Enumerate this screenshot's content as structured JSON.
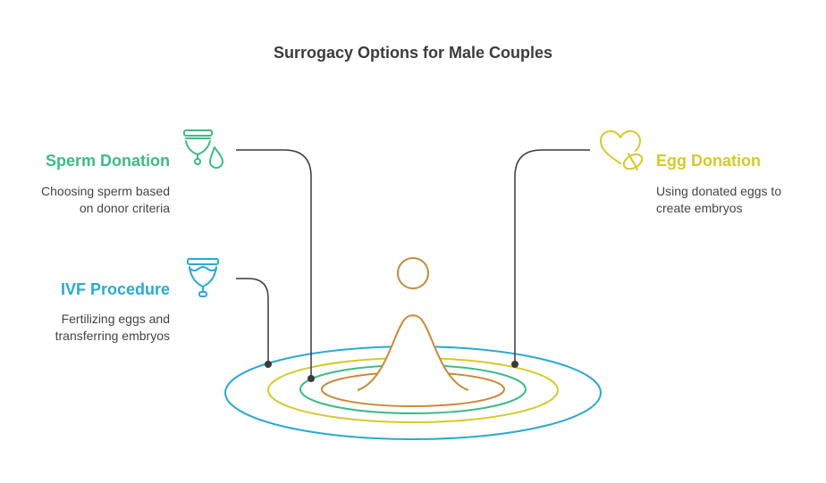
{
  "title": "Surrogacy Options for Male Couples",
  "colors": {
    "sperm": "#3dbb85",
    "ivf": "#2aaad0",
    "egg": "#d7c92a",
    "center": "#c98a3c",
    "line": "#3a3a3a",
    "text": "#444444"
  },
  "options": {
    "sperm": {
      "label": "Sperm Donation",
      "description_line1": "Choosing sperm based",
      "description_line2": "on donor criteria",
      "icon": "menstrual-cup-drop-icon"
    },
    "ivf": {
      "label": "IVF Procedure",
      "description_line1": "Fertilizing eggs and",
      "description_line2": "transferring embryos",
      "icon": "menstrual-cup-icon"
    },
    "egg": {
      "label": "Egg Donation",
      "description_line1": "Using donated eggs to",
      "description_line2": "create embryos",
      "icon": "heart-pill-icon"
    }
  }
}
